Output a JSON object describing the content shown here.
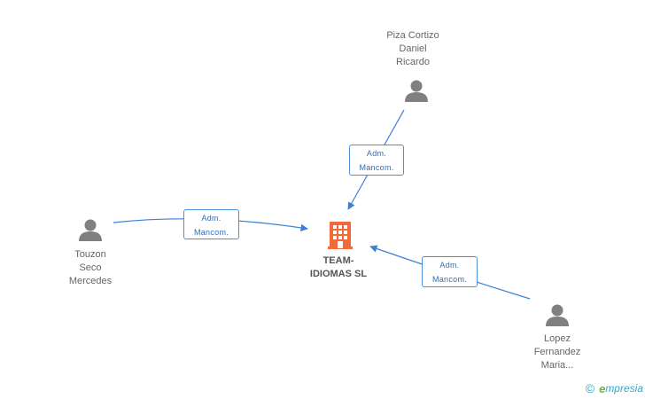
{
  "company": {
    "name_line1": "TEAM-",
    "name_line2": "IDIOMAS SL",
    "icon": "building-icon",
    "color": "#f26a3a"
  },
  "people": [
    {
      "id": "piza",
      "lines": [
        "Piza Cortizo",
        "Daniel",
        "Ricardo"
      ],
      "icon": "person-icon"
    },
    {
      "id": "touzon",
      "lines": [
        "Touzon",
        "Seco",
        "Mercedes"
      ],
      "icon": "person-icon"
    },
    {
      "id": "lopez",
      "lines": [
        "Lopez",
        "Fernandez",
        "Maria..."
      ],
      "icon": "person-icon"
    }
  ],
  "relations": [
    {
      "from": "piza",
      "role_line1": "Adm.",
      "role_line2": "Mancom."
    },
    {
      "from": "touzon",
      "role_line1": "Adm.",
      "role_line2": "Mancom."
    },
    {
      "from": "lopez",
      "role_line1": "Adm.",
      "role_line2": "Mancom."
    }
  ],
  "footer": {
    "copyright": "©",
    "brand_first": "e",
    "brand_rest": "mpresia"
  },
  "colors": {
    "edge": "#3b7fd6",
    "person": "#808080",
    "role_text": "#2f6db5"
  }
}
